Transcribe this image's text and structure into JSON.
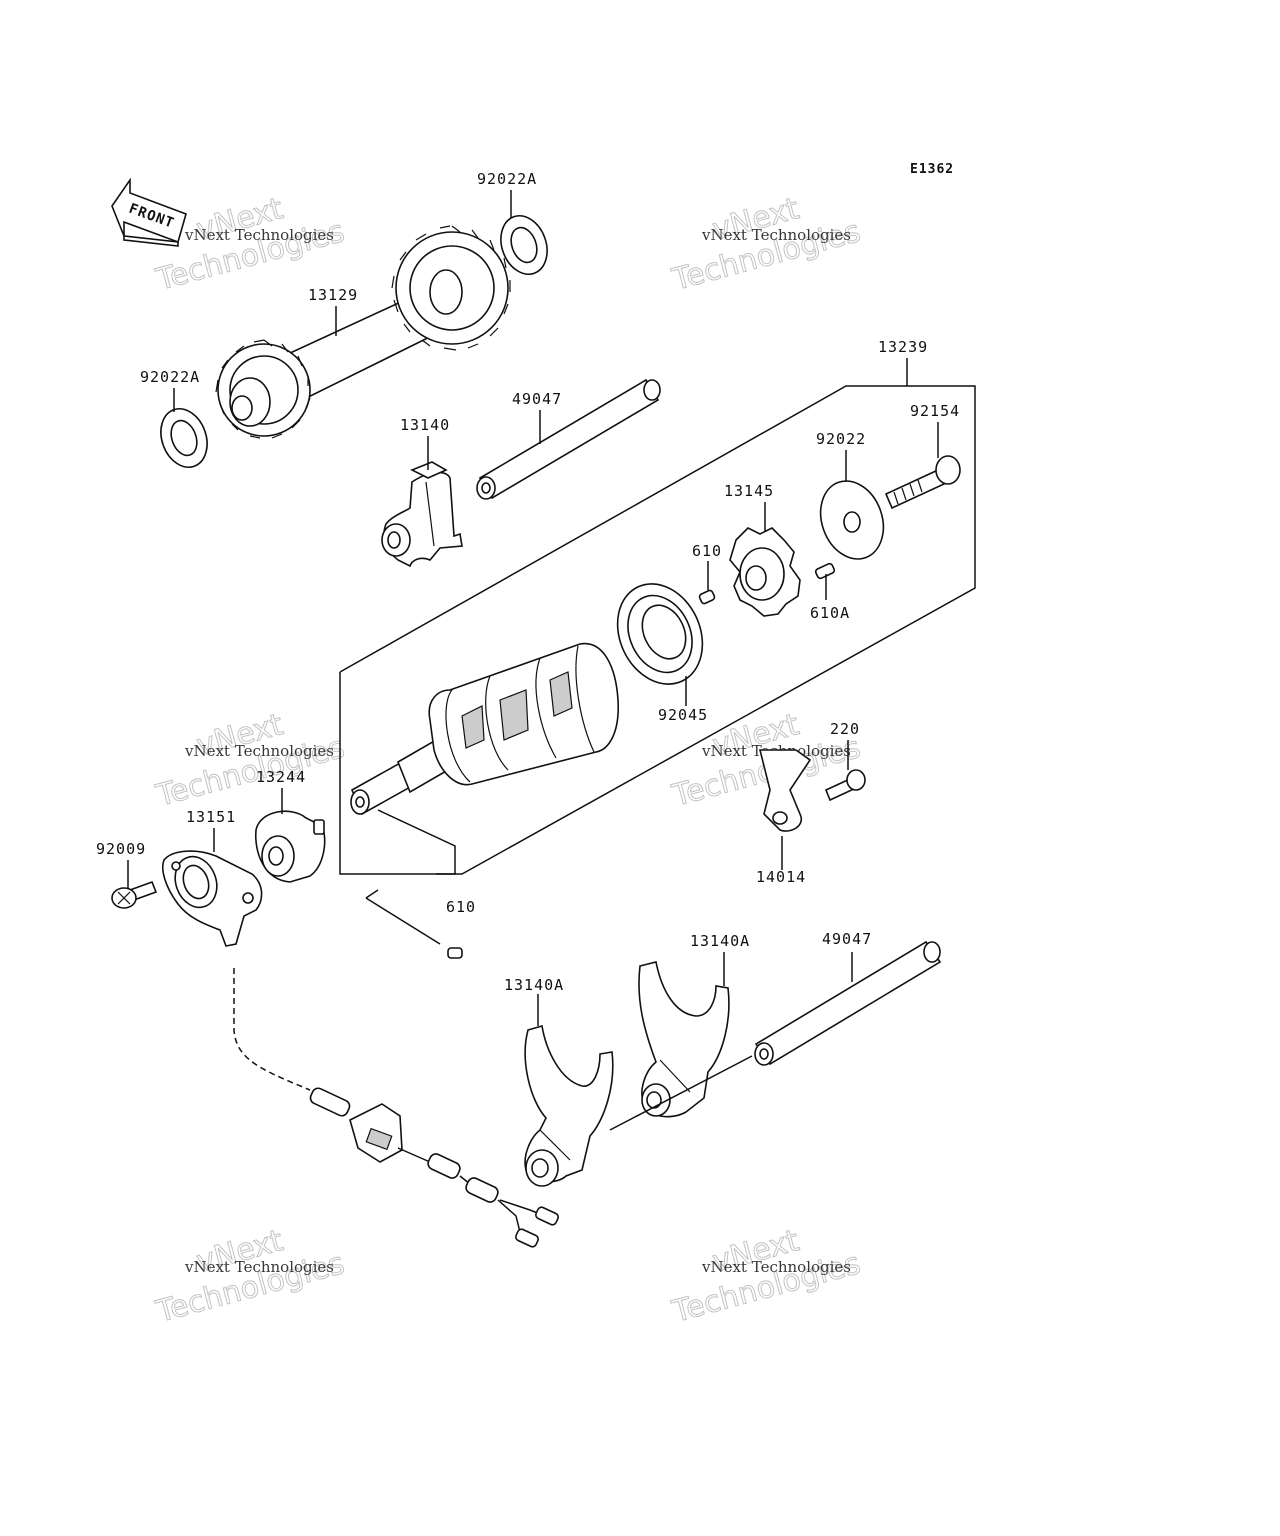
{
  "diagram_code": "E1362",
  "front_marker": "FRONT",
  "watermark": {
    "small": "vNext Technologies",
    "big_top": "vNext",
    "big_bottom": "Technologies"
  },
  "part_labels": {
    "p92022A_top": "92022A",
    "p13129": "13129",
    "p92022A_left": "92022A",
    "p13239": "13239",
    "p49047_top": "49047",
    "p13140": "13140",
    "p92154": "92154",
    "p92022": "92022",
    "p13145": "13145",
    "p610_top": "610",
    "p610A": "610A",
    "p92045": "92045",
    "p220": "220",
    "p13244": "13244",
    "p13151": "13151",
    "p92009": "92009",
    "p14014": "14014",
    "p610_bottom": "610",
    "p13140A_left": "13140A",
    "p13140A_right": "13140A",
    "p49047_bottom": "49047"
  }
}
